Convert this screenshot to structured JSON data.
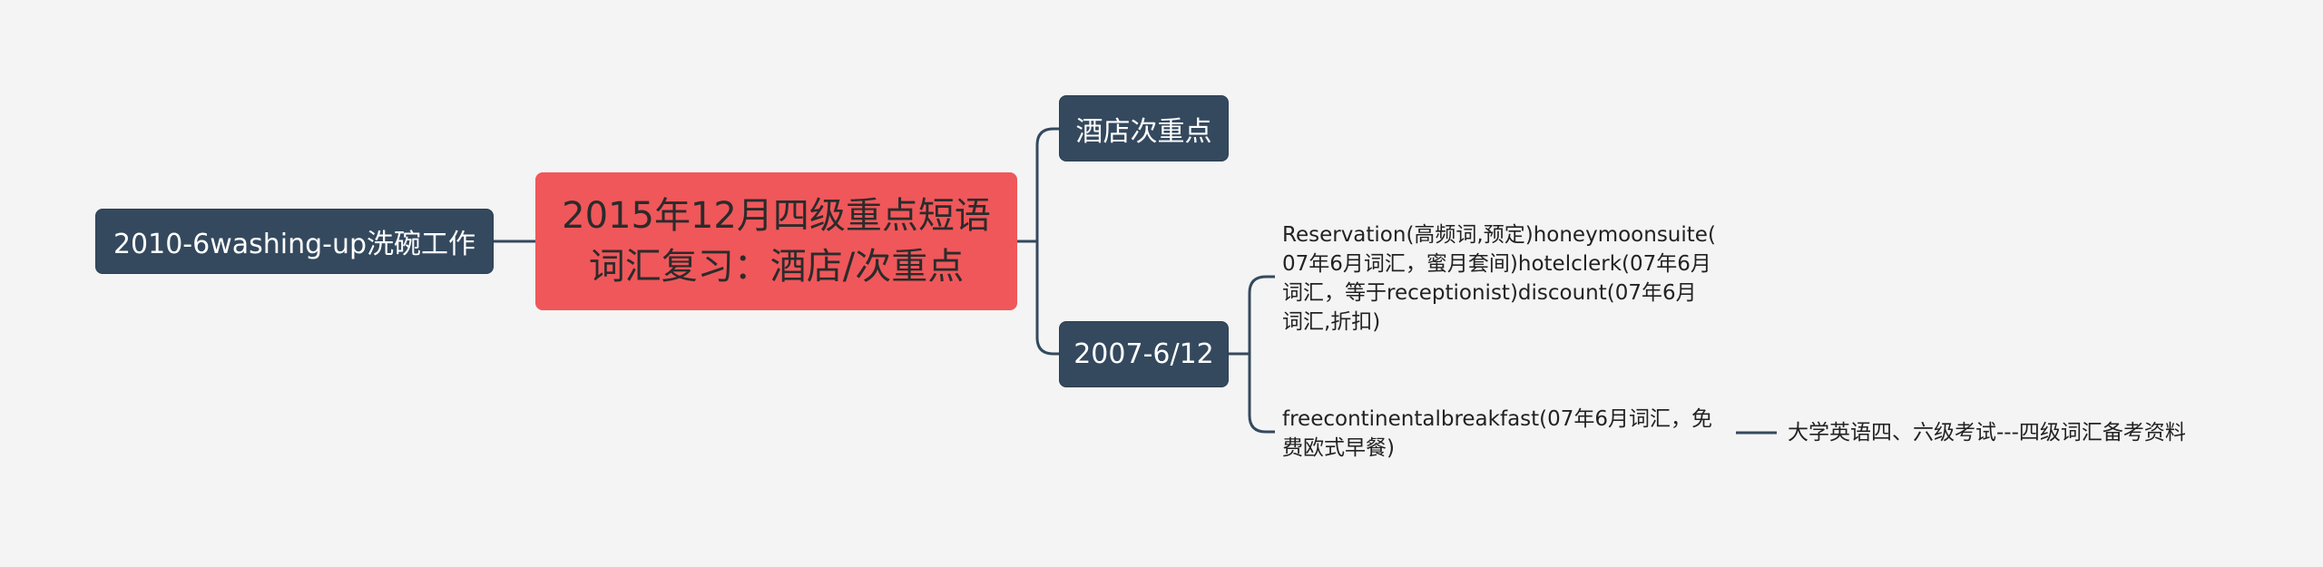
{
  "mindmap": {
    "central": "2015年12月四级重点短语\n词汇复习：酒店/次重点",
    "left_node": "2010-6washing-up洗碗工作",
    "right_top": "酒店次重点",
    "right_bottom": "2007-6/12",
    "leaf_1": "Reservation(高频词,预定)honeymoonsuite(\n07年6月词汇，蜜月套间)hotelclerk(07年6月\n词汇，等于receptionist)discount(07年6月\n词汇,折扣)",
    "leaf_2": "freecontinentalbreakfast(07年6月词汇，免\n费欧式早餐)",
    "leaf_3": "大学英语四、六级考试---四级词汇备考资料"
  },
  "colors": {
    "background": "#f4f4f4",
    "central_fill": "#f0575a",
    "node_fill": "#34495e",
    "connector": "#34495e"
  }
}
